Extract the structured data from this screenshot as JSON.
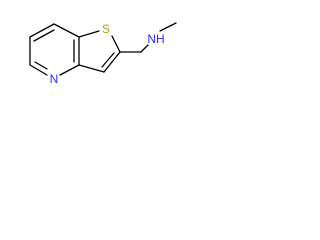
{
  "molecule": {
    "atoms": [
      {
        "id": "S",
        "symbol": "S",
        "color": "#b8a300"
      },
      {
        "id": "N_ring",
        "symbol": "N",
        "color": "#2b2bff"
      },
      {
        "id": "N_amine",
        "symbol": "NH",
        "color": "#2b2bff"
      }
    ]
  },
  "colors": {
    "bond": "#000000",
    "background": "#ffffff"
  }
}
